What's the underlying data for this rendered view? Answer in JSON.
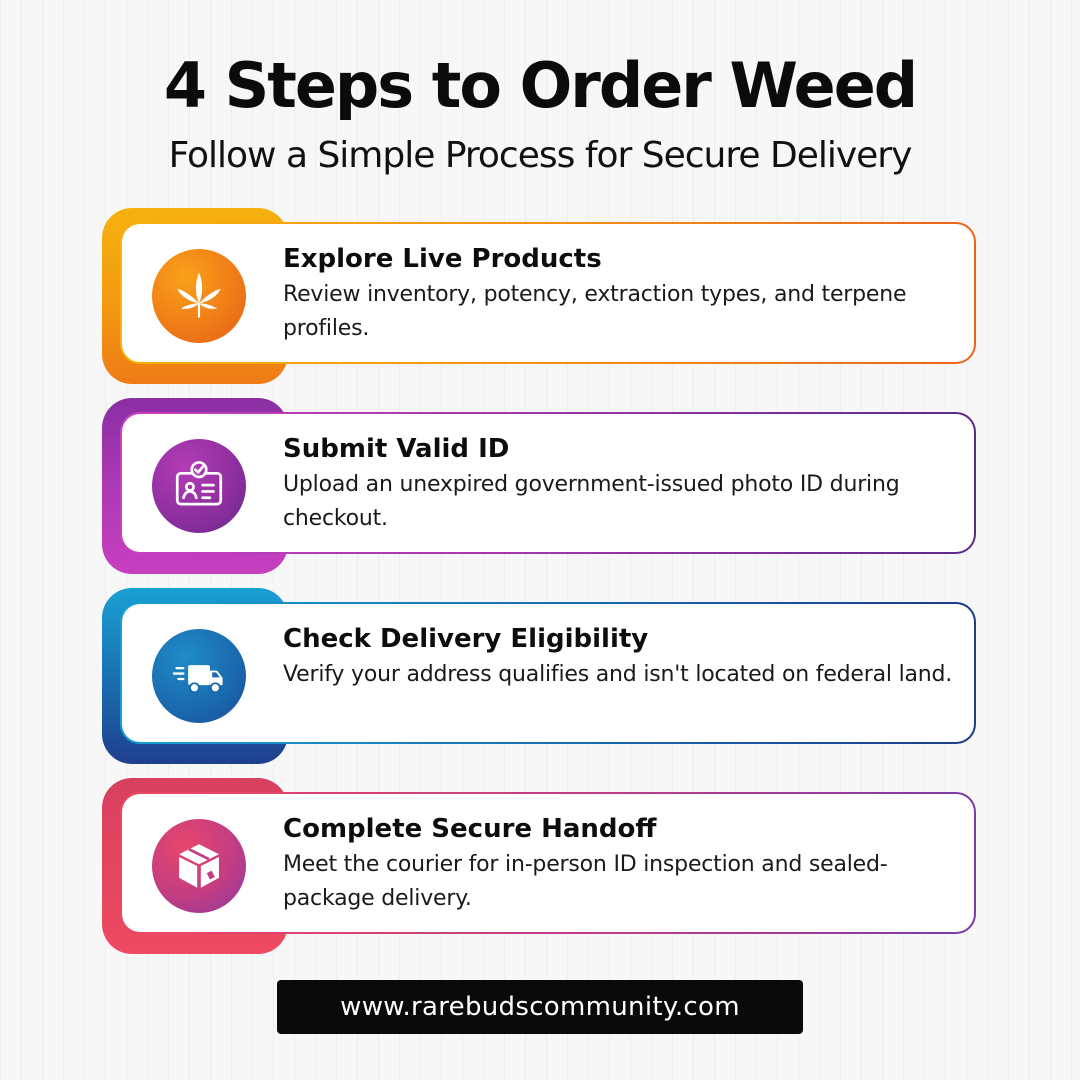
{
  "header": {
    "title": "4 Steps to Order Weed",
    "subtitle": "Follow a Simple Process for Secure Delivery"
  },
  "steps": [
    {
      "title": "Explore Live Products",
      "description": "Review inventory, potency, extraction types, and terpene profiles.",
      "icon": "cannabis-leaf-icon",
      "colors": [
        "#f6b10e",
        "#ee6a1a"
      ]
    },
    {
      "title": "Submit Valid ID",
      "description": "Upload an unexpired government-issued photo ID during checkout.",
      "icon": "id-card-icon",
      "colors": [
        "#c53bc0",
        "#6b2a8f"
      ]
    },
    {
      "title": "Check Delivery Eligibility",
      "description": "Verify your address qualifies and isn't located on federal land.",
      "icon": "delivery-truck-icon",
      "colors": [
        "#1697cf",
        "#1e3d8c"
      ]
    },
    {
      "title": "Complete Secure Handoff",
      "description": "Meet the courier for in-person ID inspection and sealed-package delivery.",
      "icon": "package-box-icon",
      "colors": [
        "#ec4363",
        "#7a3aa8"
      ]
    }
  ],
  "footer": {
    "url": "www.rarebudscommunity.com"
  }
}
